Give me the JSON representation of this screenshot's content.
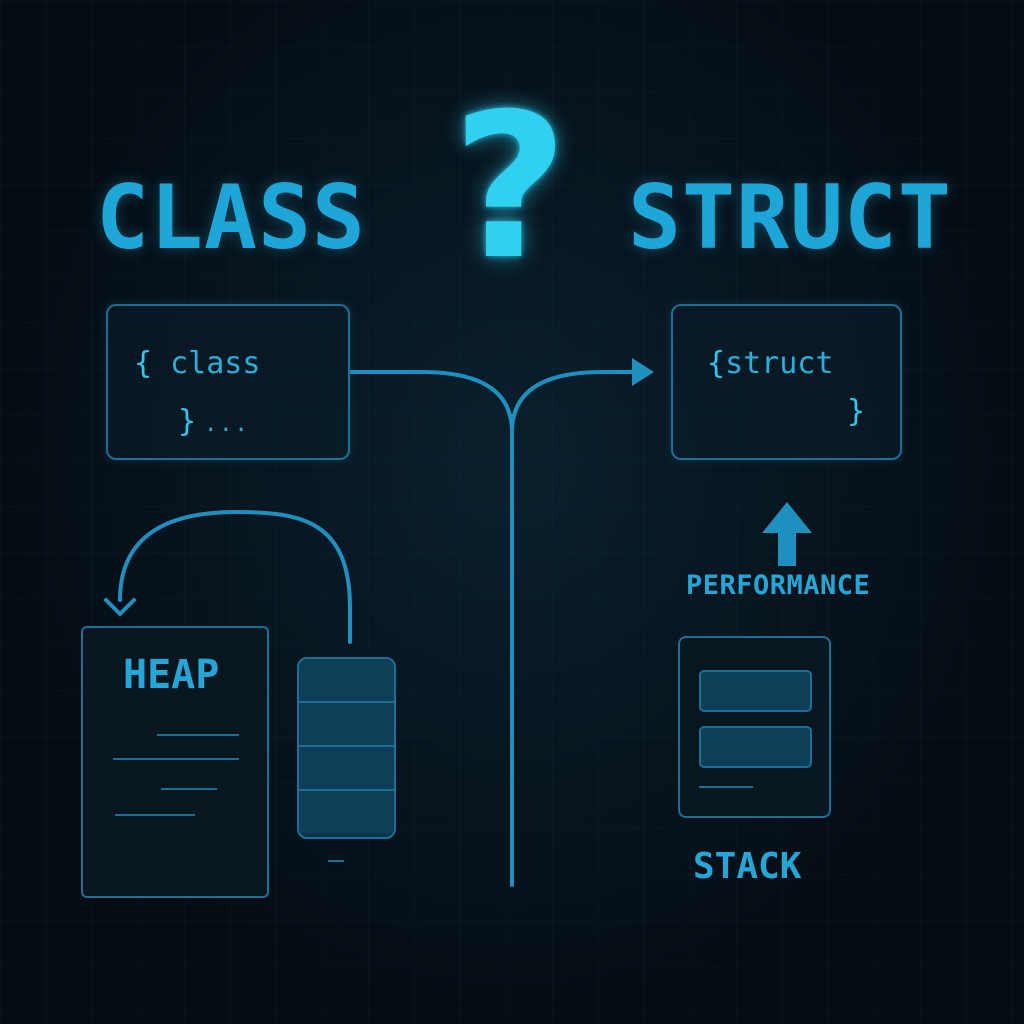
{
  "titles": {
    "left": "CLASS",
    "question": "?",
    "right": "STRUCT"
  },
  "class_box": {
    "open_brace": "{",
    "keyword": "class",
    "close_brace": "}",
    "ellipsis": "..."
  },
  "struct_box": {
    "open_brace": "{",
    "keyword": "struct",
    "close_brace": "}"
  },
  "heap": {
    "label": "HEAP"
  },
  "performance": {
    "label": "PERFORMANCE",
    "direction": "up"
  },
  "stack": {
    "label": "STACK"
  },
  "colors": {
    "background": "#050d14",
    "accent": "#1fa6d9",
    "glow": "#2fd0f0",
    "line": "#1d6f98"
  }
}
